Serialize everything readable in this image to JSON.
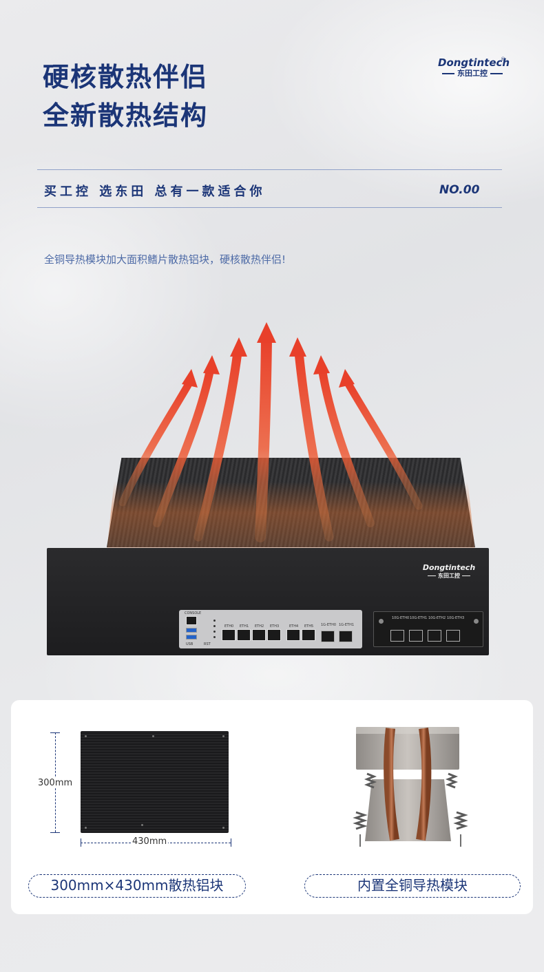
{
  "header": {
    "headline_line1": "硬核散热伴侣",
    "headline_line2": "全新散热结构",
    "logo": {
      "brand_en": "Dongtintech",
      "brand_cn": "东田工控",
      "registered_mark": "®"
    }
  },
  "slogan_bar": {
    "slogan": "买工控 选东田 总有一款适合你",
    "number": "NO.00"
  },
  "description": "全铜导热模块加大面积鳍片散热铝块，硬核散热伴侣!",
  "product": {
    "device_logo_en": "Dongtintech",
    "device_logo_cn": "东田工控",
    "io_labels": {
      "console": "CONSOLE",
      "usb": "USB",
      "rst": "RST",
      "eth": [
        "ETH0",
        "ETH1",
        "ETH2",
        "ETH3",
        "ETH4",
        "ETH5"
      ],
      "sfp_1g": [
        "1G-ETH0",
        "1G-ETH1"
      ],
      "sfp_10g": [
        "10G-ETH0",
        "10G-ETH1",
        "10G-ETH2",
        "10G-ETH3"
      ]
    },
    "arrow_color": "#e8402a"
  },
  "features": {
    "left": {
      "height_label": "300mm",
      "width_label": "430mm",
      "caption": "300mm×430mm散热铝块"
    },
    "right": {
      "caption": "内置全铜导热模块"
    }
  },
  "colors": {
    "brand_blue": "#1b3577",
    "desc_blue": "#4d6aa6",
    "rule": "#8fa0c8"
  }
}
